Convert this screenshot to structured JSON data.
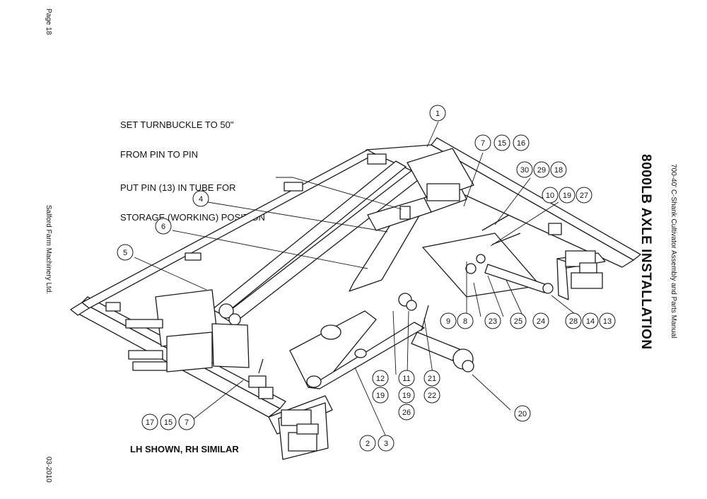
{
  "page": {
    "page_number": "Page 18",
    "company": "Salford Farm Machinery Ltd.",
    "date": "03-2010",
    "manual_title": "700-40' C-Shank Cultivator Assembly and Parts Manual",
    "section_title": "8000LB AXLE INSTALLATION"
  },
  "notes": {
    "turnbuckle_line1": "SET TURNBUCKLE TO 50\"",
    "turnbuckle_line2": "FROM PIN TO PIN",
    "pin_line1": "PUT PIN (13) IN TUBE FOR",
    "pin_line2": "STORAGE (WORKING) POSITION",
    "shown": "LH SHOWN, RH SIMILAR"
  },
  "balloons": [
    "1",
    "7",
    "15",
    "16",
    "30",
    "29",
    "18",
    "10",
    "19",
    "27",
    "4",
    "6",
    "5",
    "9",
    "8",
    "23",
    "25",
    "24",
    "28",
    "14",
    "13",
    "12",
    "11",
    "21",
    "19",
    "19",
    "22",
    "26",
    "20",
    "17",
    "15",
    "7",
    "2",
    "3"
  ],
  "colors": {
    "line": "#1a1a1a",
    "fill": "#ffffff",
    "shade": "#bdbdbd"
  }
}
